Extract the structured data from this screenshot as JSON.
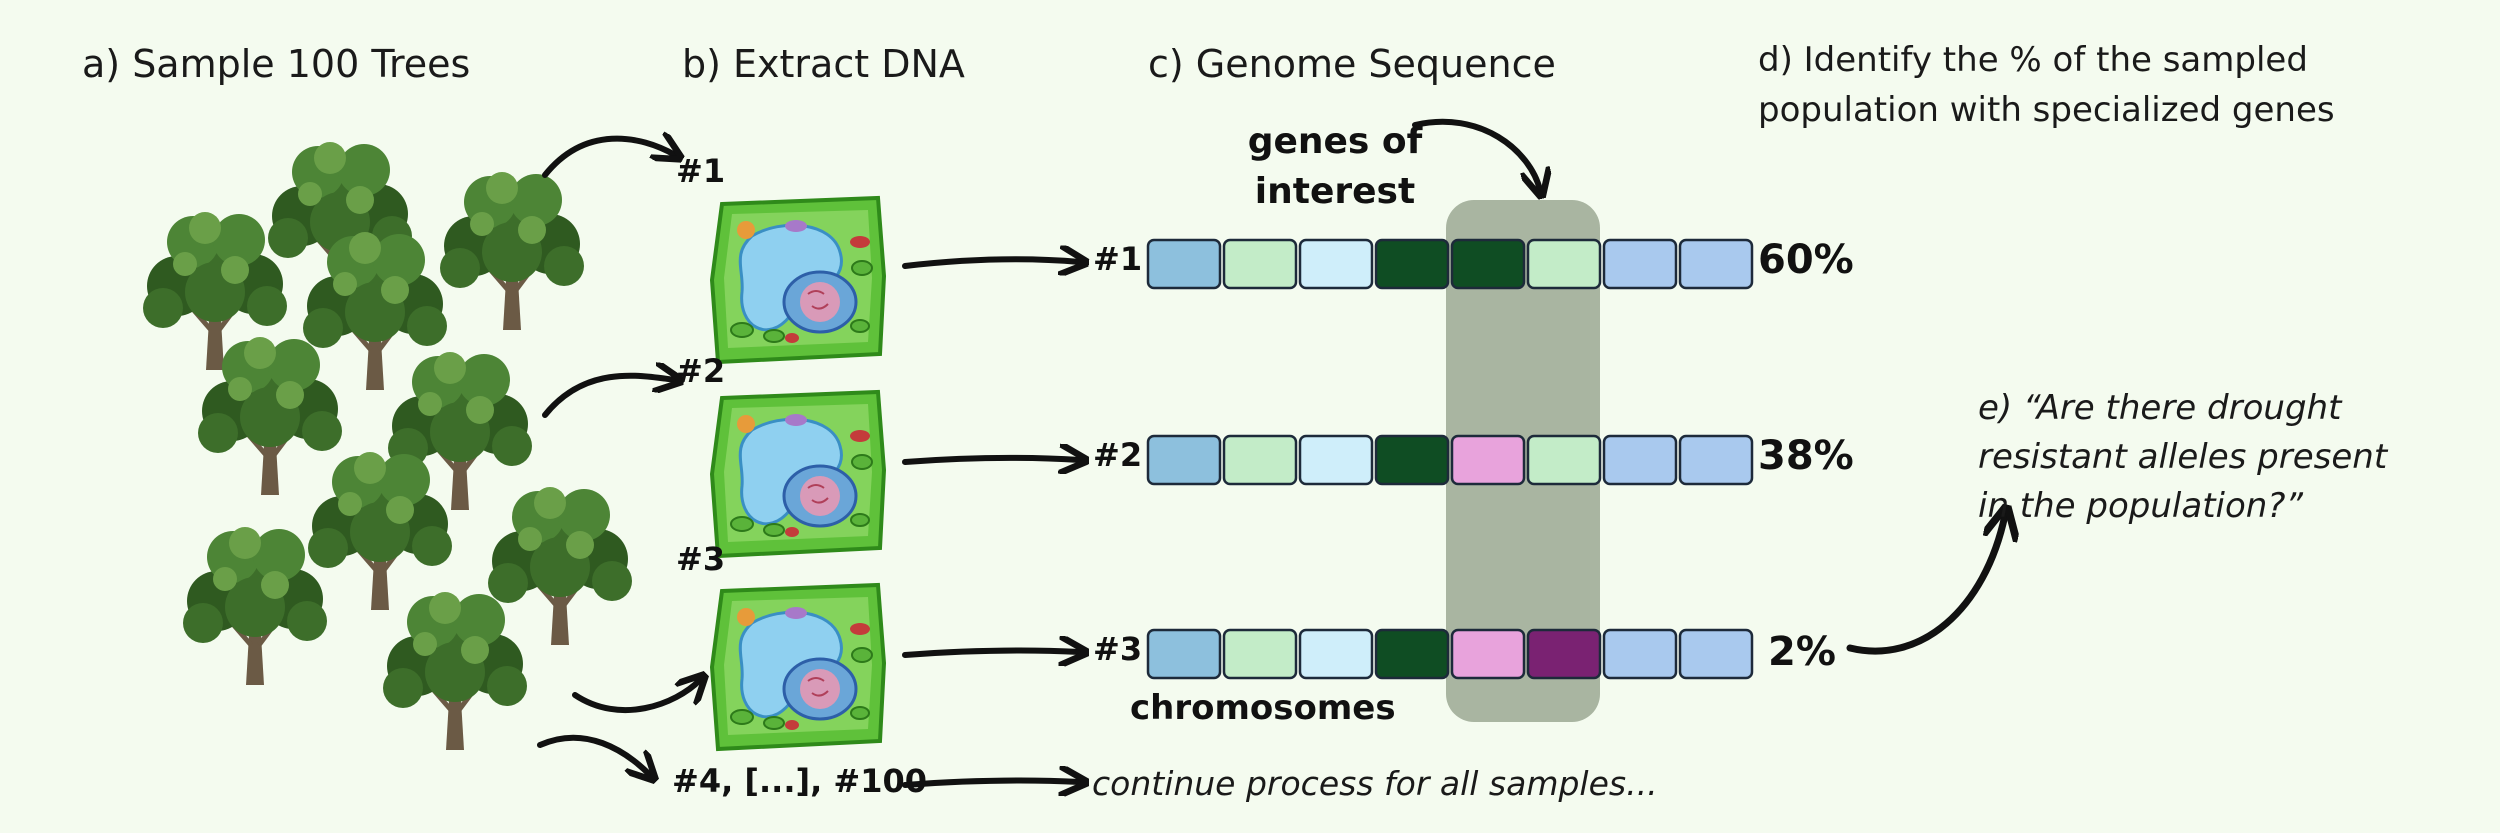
{
  "steps": {
    "a": "a) Sample 100 Trees",
    "b": "b) Extract DNA",
    "c": "c) Genome Sequence",
    "d_line1": "d) Identify the % of the sampled",
    "d_line2": "population with specialized genes",
    "e_line1": "e) “Are there drought",
    "e_line2": "resistant alleles present",
    "e_line3": "in the population?”"
  },
  "labels": {
    "genes_line1": "genes of",
    "genes_line2": "interest",
    "chromosomes": "chromosomes",
    "continue": "continue process for all samples...",
    "rest": "#4, [...], #100"
  },
  "samples": [
    {
      "id": "#1",
      "percent": "60%",
      "segments": [
        "blue",
        "lightgreen",
        "lightblue",
        "darkgreen",
        "darkgreen",
        "lightgreen",
        "periwinkle",
        "periwinkle"
      ]
    },
    {
      "id": "#2",
      "percent": "38%",
      "segments": [
        "blue",
        "lightgreen",
        "lightblue",
        "darkgreen",
        "pink",
        "lightgreen",
        "periwinkle",
        "periwinkle"
      ]
    },
    {
      "id": "#3",
      "percent": "2%",
      "segments": [
        "blue",
        "lightgreen",
        "lightblue",
        "darkgreen",
        "pink",
        "purple",
        "periwinkle",
        "periwinkle"
      ]
    }
  ],
  "colors": {
    "blue": "#8dc0dd",
    "lightgreen": "#c3ecc8",
    "lightblue": "#cfeefa",
    "darkgreen": "#0f4d23",
    "pink": "#e8a3dc",
    "purple": "#7a2272",
    "periwinkle": "#a9c9ee",
    "highlight": "#a9b5a1",
    "cell_wall": "#5fc13a",
    "cytoplasm": "#84d35c",
    "vacuole": "#8fd0f0",
    "tree_foliage": "#3d6e2a"
  }
}
